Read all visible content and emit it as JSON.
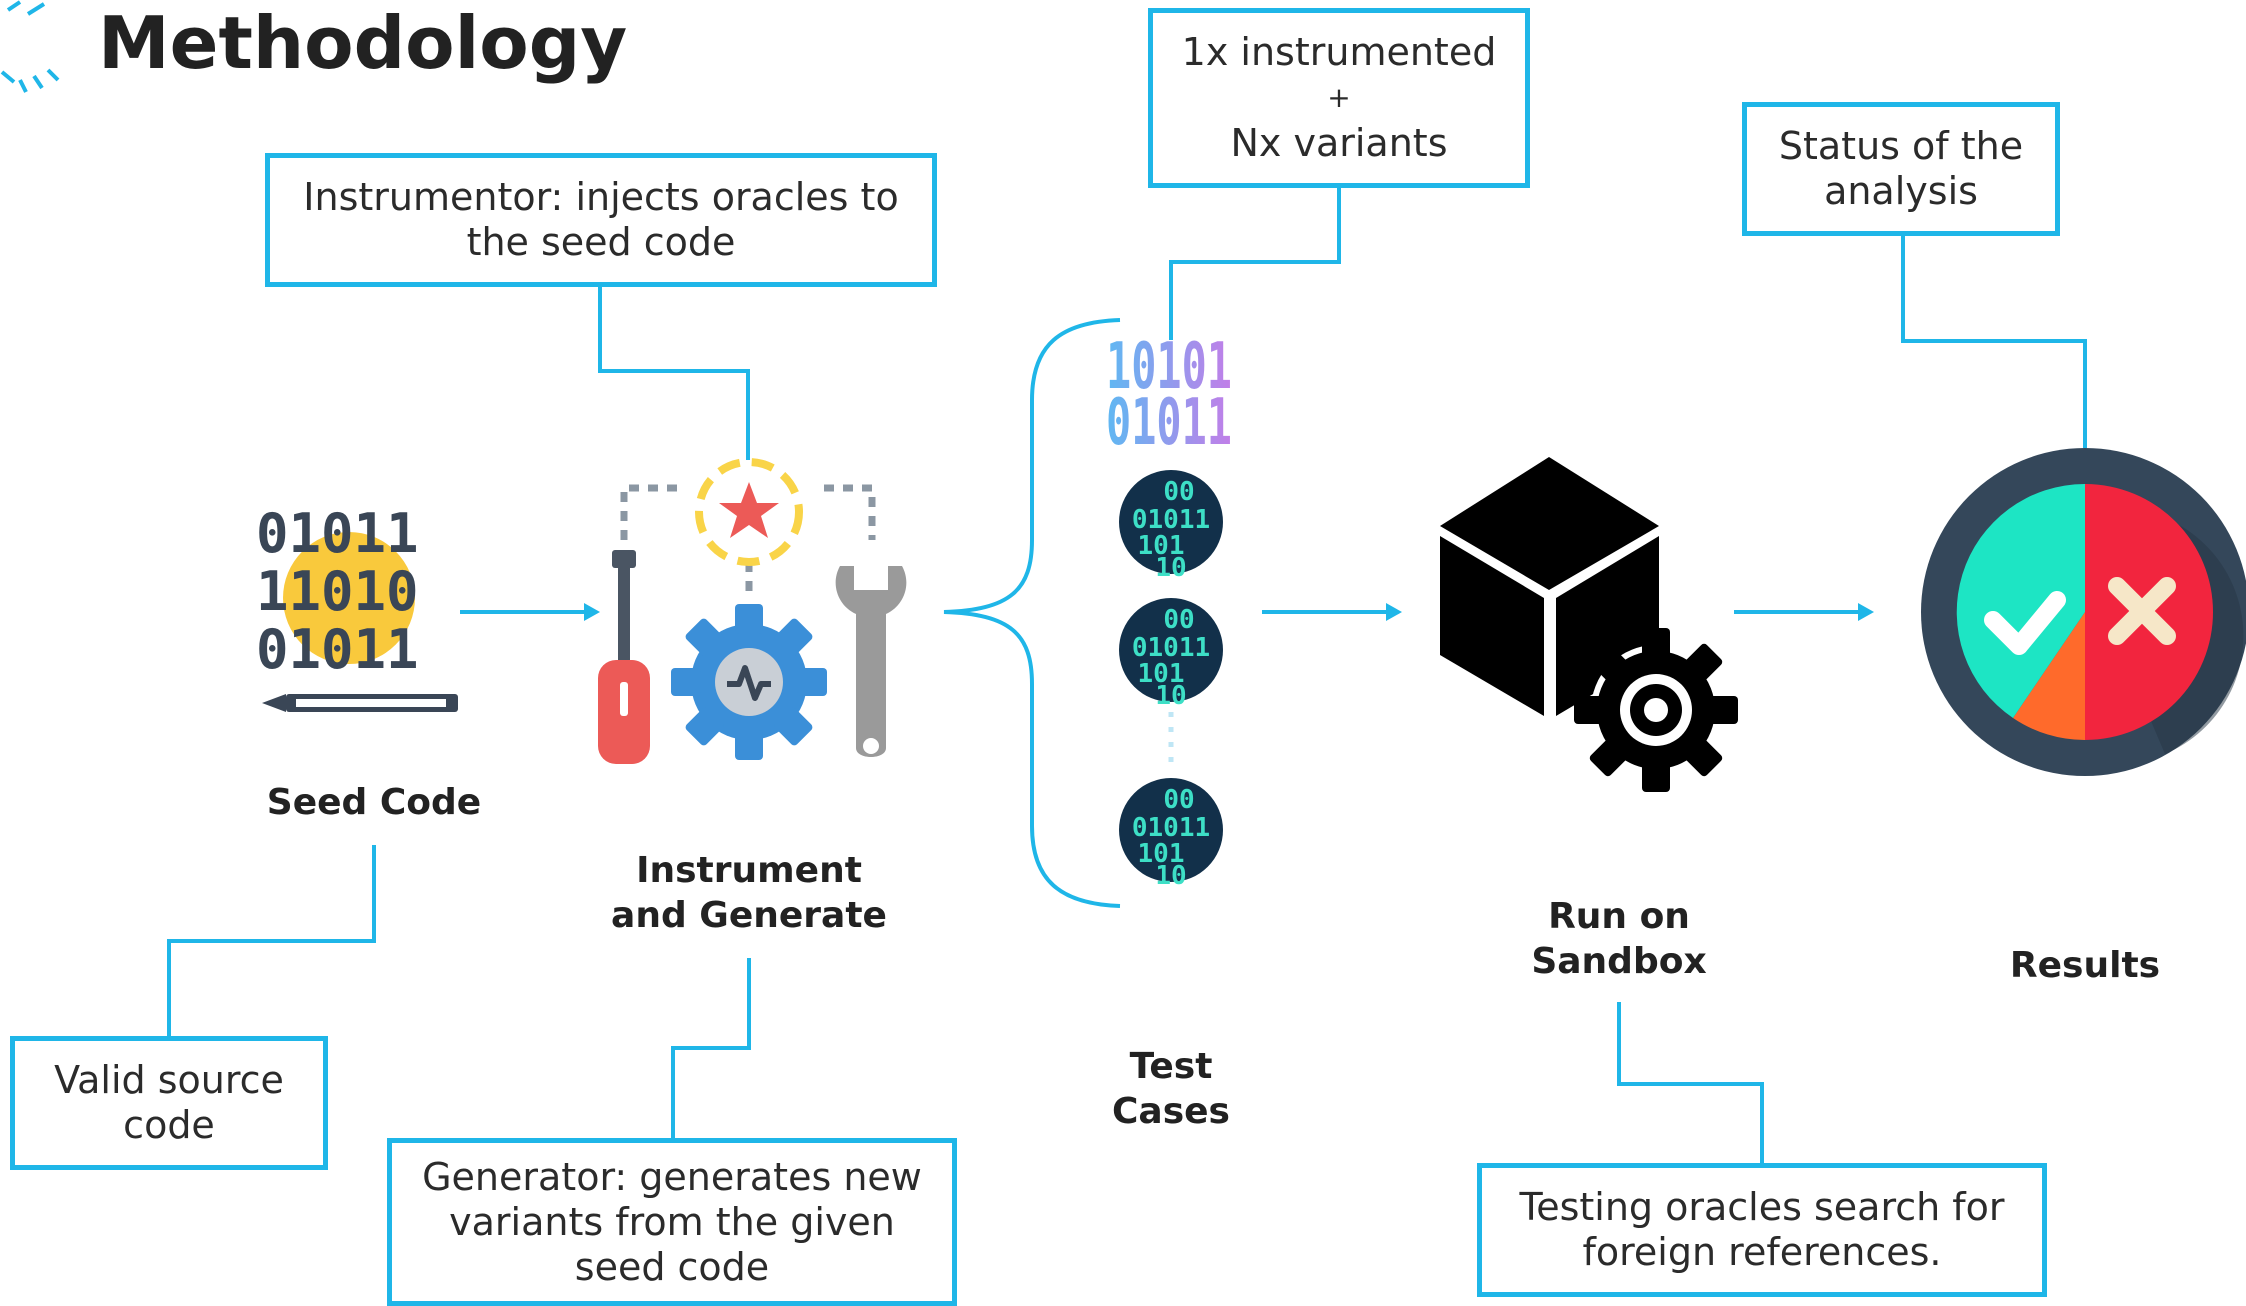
{
  "title": "Methodology",
  "stages": {
    "seed": "Seed Code",
    "instrument_line1": "Instrument",
    "instrument_line2": "and Generate",
    "tests_line1": "Test",
    "tests_line2": "Cases",
    "sandbox_line1": "Run on",
    "sandbox_line2": "Sandbox",
    "results": "Results"
  },
  "callouts": {
    "instrumentor_line1": "Instrumentor: injects oracles to",
    "instrumentor_line2": "the seed code",
    "variants_line1": "1x instrumented",
    "variants_line2": "+",
    "variants_line3": "Nx variants",
    "status_line1": "Status of the",
    "status_line2": "analysis",
    "valid_line1": "Valid source",
    "valid_line2": "code",
    "generator_line1": "Generator: generates new",
    "generator_line2": "variants from the given",
    "generator_line3": "seed code",
    "oracles_line1": "Testing oracles search for",
    "oracles_line2": "foreign references."
  },
  "seed_icon_digits": [
    "01011",
    "11010",
    "01011"
  ],
  "binary_icon_digits": [
    "10101",
    "01011"
  ],
  "chip_digits": [
    "00",
    "01011",
    "101",
    "10"
  ],
  "colors": {
    "accent": "#1fb6e8",
    "seed_circle": "#f9c93c",
    "gear": "#3b8fd8",
    "screwdriver": "#ec5a57",
    "wrench": "#9a9a9a",
    "chip_bg": "#12304a",
    "chip_text": "#3ddfc6",
    "result_ring": "#34475a",
    "result_pass": "#1de5c4",
    "result_fail": "#f2253e",
    "result_partial": "#ff6a2b"
  }
}
